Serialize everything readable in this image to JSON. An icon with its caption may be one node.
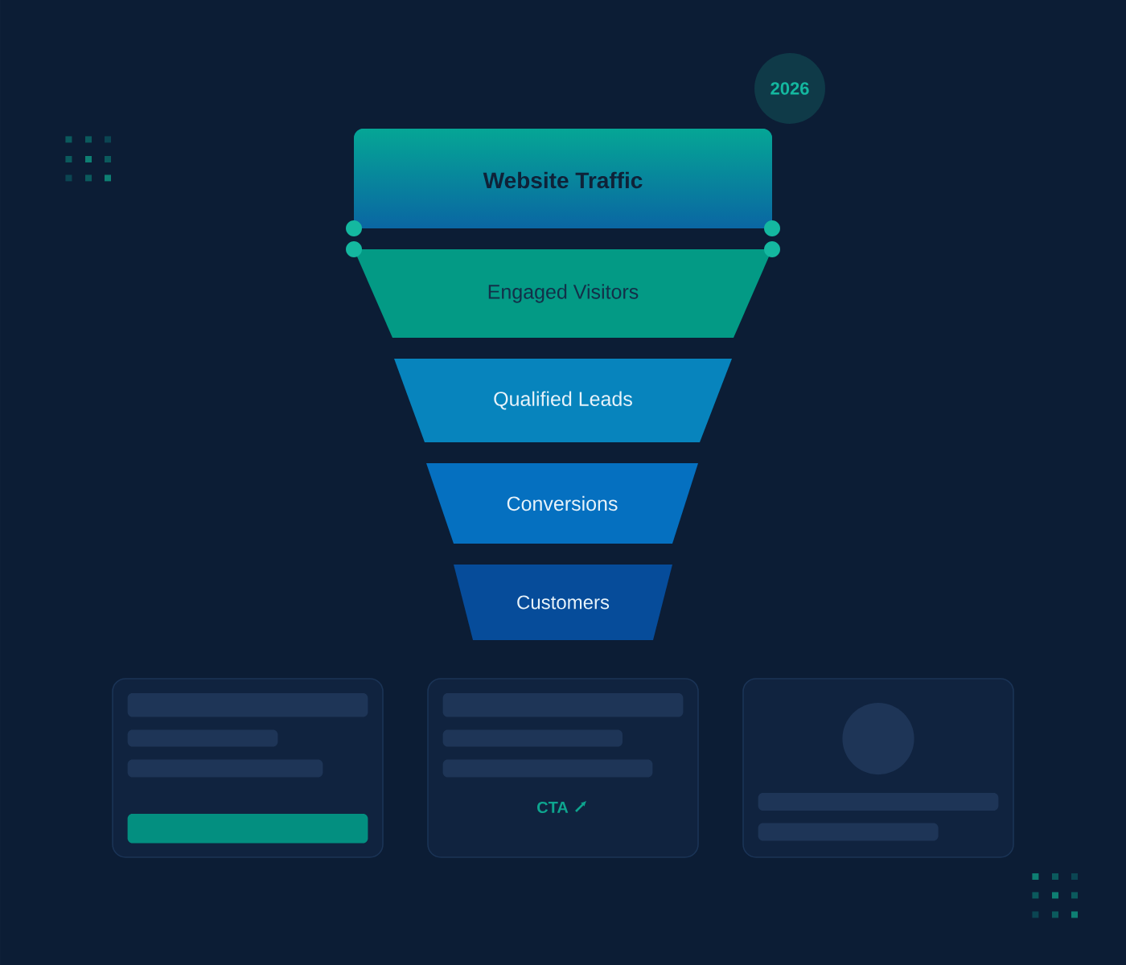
{
  "diagram": {
    "nodes": [
      {
        "text": [
          "2026"
        ]
      },
      {
        "text": [
          "Website Traffic"
        ]
      },
      {
        "text": [
          "Engaged Visitors"
        ]
      },
      {
        "text": [
          "Qualified Leads"
        ]
      },
      {
        "text": [
          "Conversions"
        ]
      },
      {
        "text": [
          "Customers"
        ]
      },
      {
        "text": [],
        "shape": "box"
      },
      {
        "text": [
          "CTA"
        ]
      },
      {
        "text": [],
        "shape": "box"
      }
    ]
  }
}
